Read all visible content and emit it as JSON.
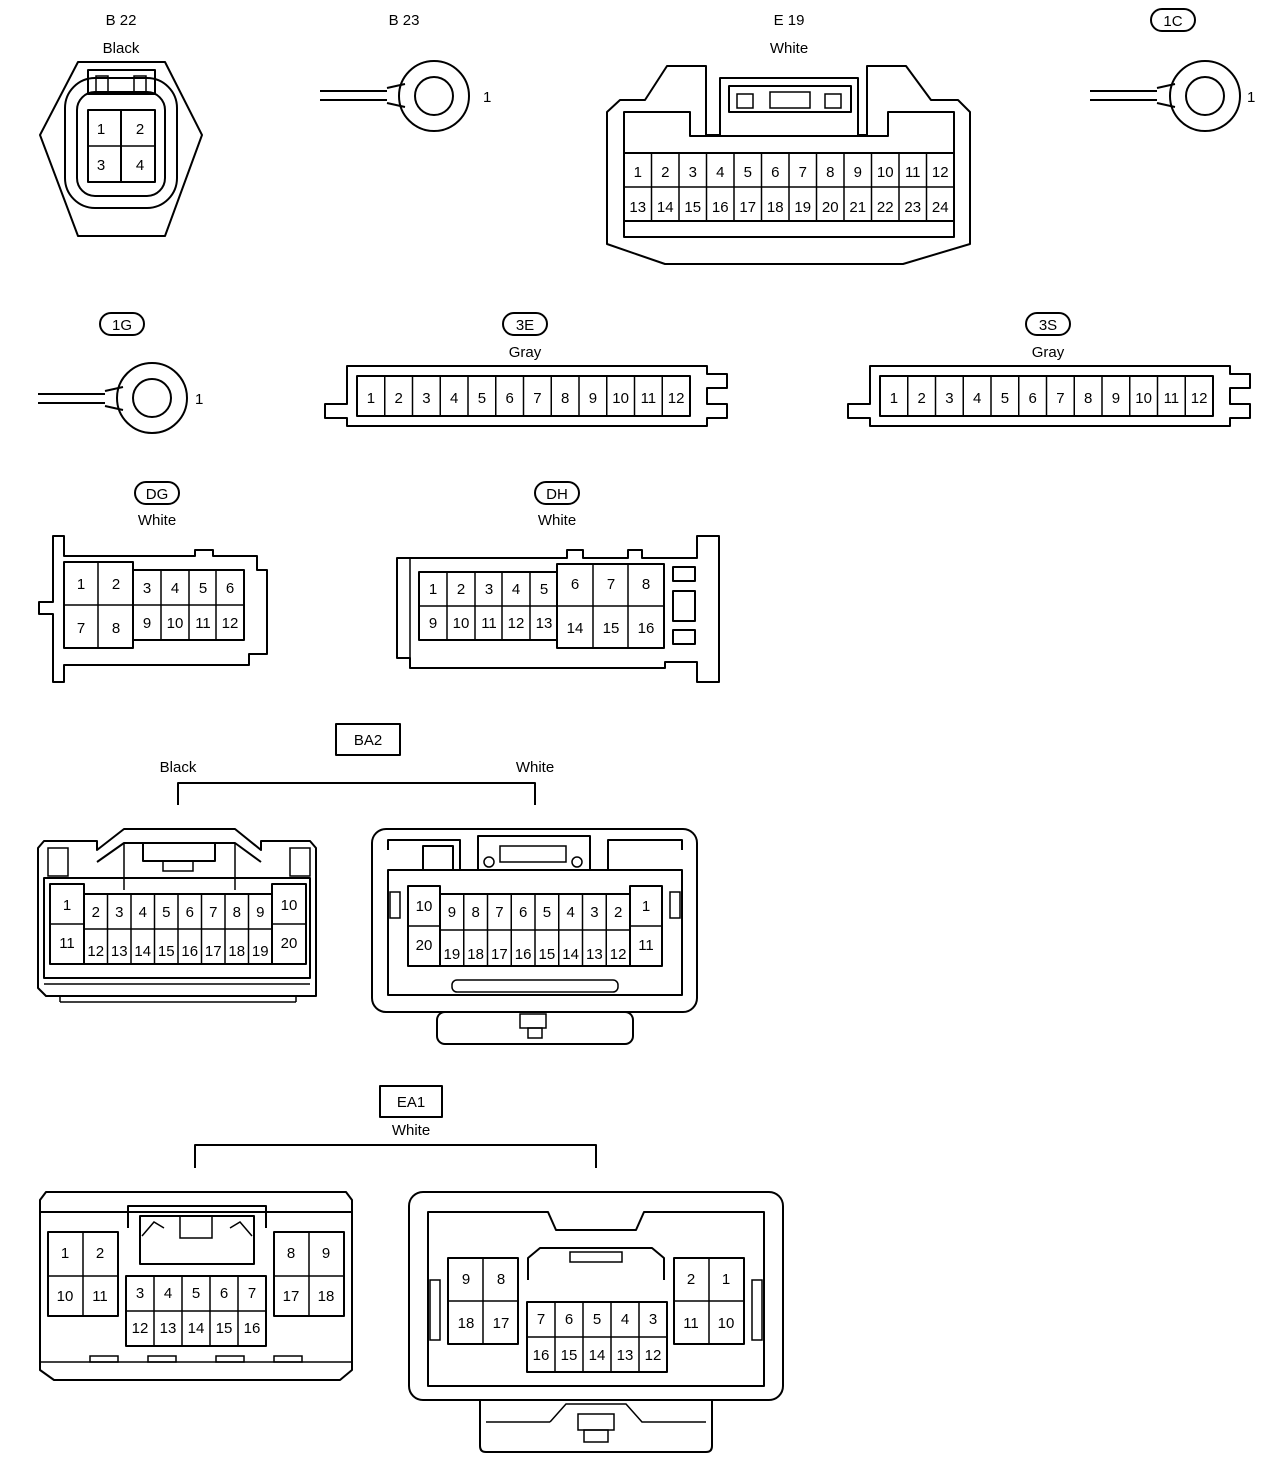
{
  "connectors": {
    "b22": {
      "code": "B 22",
      "color": "Black",
      "pins": [
        "1",
        "2",
        "3",
        "4"
      ]
    },
    "b23": {
      "code": "B 23",
      "pin": "1"
    },
    "e19": {
      "code": "E 19",
      "color": "White",
      "pins": [
        "1",
        "2",
        "3",
        "4",
        "5",
        "6",
        "7",
        "8",
        "9",
        "10",
        "11",
        "12",
        "13",
        "14",
        "15",
        "16",
        "17",
        "18",
        "19",
        "20",
        "21",
        "22",
        "23",
        "24"
      ]
    },
    "c1c": {
      "code": "1C",
      "pin": "1"
    },
    "c1g": {
      "code": "1G",
      "pin": "1"
    },
    "c3e": {
      "code": "3E",
      "color": "Gray",
      "pins": [
        "1",
        "2",
        "3",
        "4",
        "5",
        "6",
        "7",
        "8",
        "9",
        "10",
        "11",
        "12"
      ]
    },
    "c3s": {
      "code": "3S",
      "color": "Gray",
      "pins": [
        "1",
        "2",
        "3",
        "4",
        "5",
        "6",
        "7",
        "8",
        "9",
        "10",
        "11",
        "12"
      ]
    },
    "dg": {
      "code": "DG",
      "color": "White",
      "pins": [
        "1",
        "2",
        "3",
        "4",
        "5",
        "6",
        "7",
        "8",
        "9",
        "10",
        "11",
        "12"
      ]
    },
    "dh": {
      "code": "DH",
      "color": "White",
      "pins": [
        "1",
        "2",
        "3",
        "4",
        "5",
        "6",
        "7",
        "8",
        "9",
        "10",
        "11",
        "12",
        "13",
        "14",
        "15",
        "16"
      ]
    },
    "ba2": {
      "code": "BA2",
      "left_color": "Black",
      "right_color": "White",
      "left_pins": [
        "1",
        "2",
        "3",
        "4",
        "5",
        "6",
        "7",
        "8",
        "9",
        "10",
        "11",
        "12",
        "13",
        "14",
        "15",
        "16",
        "17",
        "18",
        "19",
        "20"
      ],
      "right_pins": [
        "10",
        "9",
        "8",
        "7",
        "6",
        "5",
        "4",
        "3",
        "2",
        "1",
        "20",
        "19",
        "18",
        "17",
        "16",
        "15",
        "14",
        "13",
        "12",
        "11"
      ]
    },
    "ea1": {
      "code": "EA1",
      "color": "White",
      "left_pins": [
        "1",
        "2",
        "10",
        "11",
        "3",
        "4",
        "5",
        "6",
        "7",
        "12",
        "13",
        "14",
        "15",
        "16",
        "8",
        "9",
        "17",
        "18"
      ],
      "right_pins": [
        "9",
        "8",
        "18",
        "17",
        "7",
        "6",
        "5",
        "4",
        "3",
        "16",
        "15",
        "14",
        "13",
        "12",
        "2",
        "1",
        "11",
        "10"
      ]
    }
  }
}
